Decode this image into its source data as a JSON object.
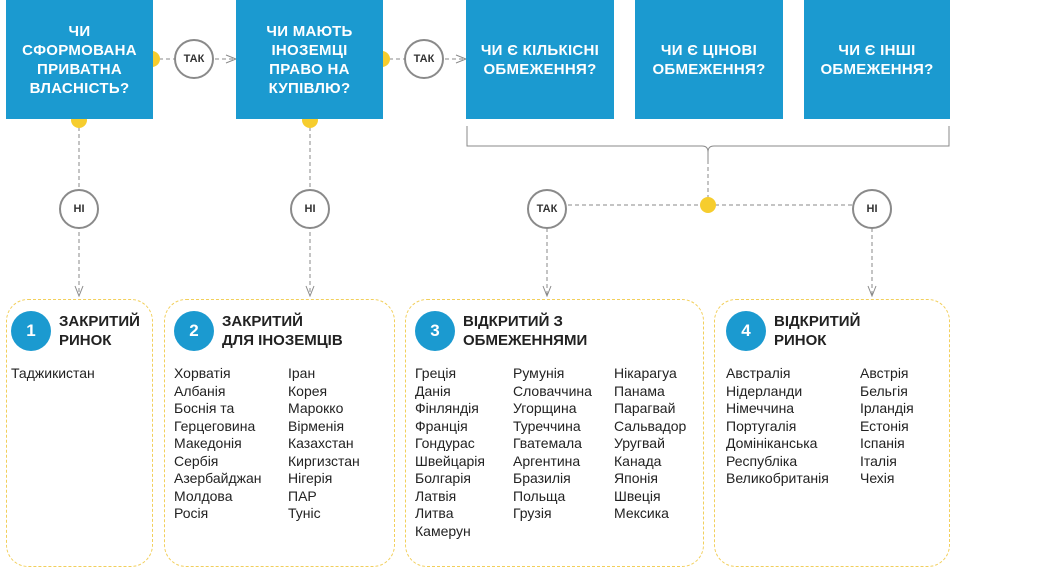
{
  "questions": {
    "q1": "ЧИ СФОРМОВАНА ПРИВАТНА ВЛАСНІСТЬ?",
    "q2": "ЧИ МАЮТЬ ІНОЗЕМЦІ ПРАВО НА КУПІВЛЮ?",
    "q3": "ЧИ Є КІЛЬКІСНІ ОБМЕЖЕННЯ?",
    "q4": "ЧИ Є ЦІНОВІ ОБМЕЖЕННЯ?",
    "q5": "ЧИ Є ІНШІ ОБМЕЖЕННЯ?"
  },
  "labels": {
    "yes_1": "ТАК",
    "yes_2": "ТАК",
    "no_1": "НІ",
    "no_2": "НІ",
    "yes_3": "ТАК",
    "no_3": "НІ"
  },
  "colors": {
    "box": "#1b9ad0",
    "dot": "#f6cd2e",
    "panel_border": "#f2cf5b"
  },
  "panels": {
    "p1": {
      "number": "1",
      "title_1": "ЗАКРИТИЙ",
      "title_2": "РИНОК",
      "col1": [
        "Таджикистан"
      ]
    },
    "p2": {
      "number": "2",
      "title_1": "ЗАКРИТИЙ",
      "title_2": "ДЛЯ ІНОЗЕМЦІВ",
      "col1": [
        "Хорватія",
        "Албанія",
        "Боснія та",
        "Герцеговина",
        "Македонія",
        "Сербія",
        "Азербайджан",
        "Молдова",
        "Росія"
      ],
      "col2": [
        "Іран",
        "Корея",
        "Марокко",
        "Вірменія",
        "Казахстан",
        "Киргизстан",
        "Нігерія",
        "ПАР",
        "Туніс"
      ]
    },
    "p3": {
      "number": "3",
      "title_1": "ВІДКРИТИЙ З",
      "title_2": "ОБМЕЖЕННЯМИ",
      "col1": [
        "Греція",
        "Данія",
        "Фінляндія",
        "Франція",
        "Гондурас",
        "Швейцарія",
        "Болгарія",
        "Латвія",
        "Литва",
        "Камерун"
      ],
      "col2": [
        "Румунія",
        "Словаччина",
        "Угорщина",
        "Туреччина",
        "Гватемала",
        "Аргентина",
        "Бразилія",
        "Польща",
        "Грузія"
      ],
      "col3": [
        "Нікарагуа",
        "Панама",
        "Парагвай",
        "Сальвадор",
        "Уругвай",
        "Канада",
        "Японія",
        "Швеція",
        "Мексика"
      ]
    },
    "p4": {
      "number": "4",
      "title_1": "ВІДКРИТИЙ",
      "title_2": "РИНОК",
      "col1": [
        "Австралія",
        "Нідерланди",
        "Німеччина",
        "Португалія",
        "Домініканська",
        "Республіка",
        "Великобританія"
      ],
      "col2": [
        "Австрія",
        "Бельгія",
        "Ірландія",
        "Естонія",
        "Іспанія",
        "Італія",
        "Чехія"
      ]
    }
  }
}
